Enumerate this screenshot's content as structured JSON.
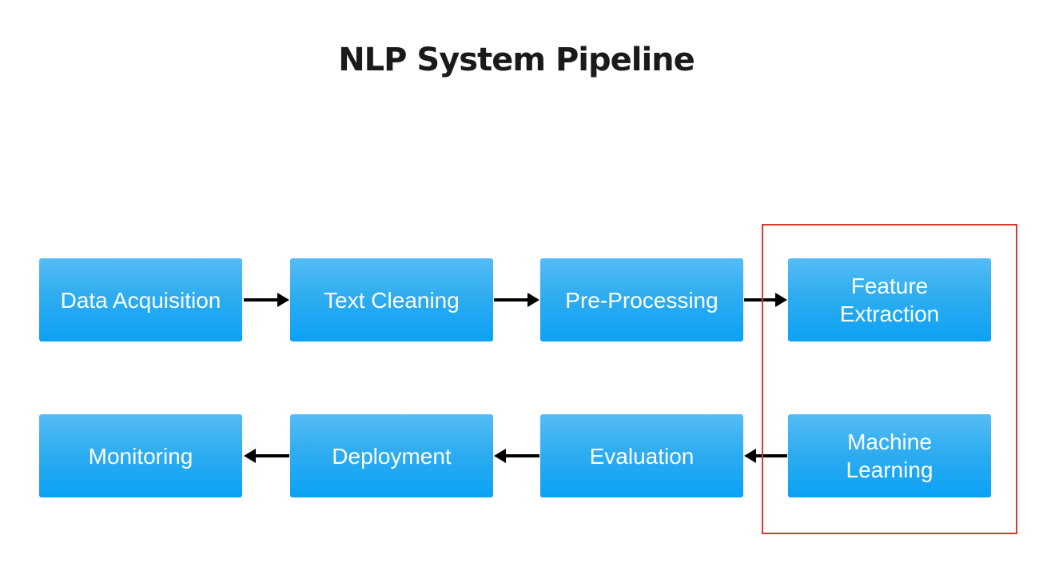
{
  "title": {
    "text": "NLP System Pipeline",
    "color": "#1A1A1A"
  },
  "pipeline": {
    "boxes": [
      {
        "name": "data-acquisition",
        "label": "Data Acquisition"
      },
      {
        "name": "text-cleaning",
        "label": "Text Cleaning"
      },
      {
        "name": "pre-processing",
        "label": "Pre-Processing"
      },
      {
        "name": "feature-extraction",
        "label": "Feature\nExtraction"
      },
      {
        "name": "machine-learning",
        "label": "Machine\nLearning"
      },
      {
        "name": "evaluation",
        "label": "Evaluation"
      },
      {
        "name": "deployment",
        "label": "Deployment"
      },
      {
        "name": "monitoring",
        "label": "Monitoring"
      }
    ],
    "arrows": [
      {
        "from": "Data Acquisition",
        "to": "Text Cleaning",
        "direction": "right"
      },
      {
        "from": "Text Cleaning",
        "to": "Pre-Processing",
        "direction": "right"
      },
      {
        "from": "Pre-Processing",
        "to": "Feature Extraction",
        "direction": "right"
      },
      {
        "from": "Machine Learning",
        "to": "Evaluation",
        "direction": "left"
      },
      {
        "from": "Evaluation",
        "to": "Deployment",
        "direction": "left"
      },
      {
        "from": "Deployment",
        "to": "Monitoring",
        "direction": "left"
      }
    ],
    "highlight": {
      "contains": [
        "Feature Extraction",
        "Machine Learning"
      ],
      "border_color": "#D53A2B"
    },
    "colors": {
      "box_gradient_top": "#55BCF4",
      "box_gradient_bottom": "#0BA1F5",
      "box_text": "#FFFFFF",
      "arrow": "#000000",
      "background": "#FFFFFF"
    }
  }
}
